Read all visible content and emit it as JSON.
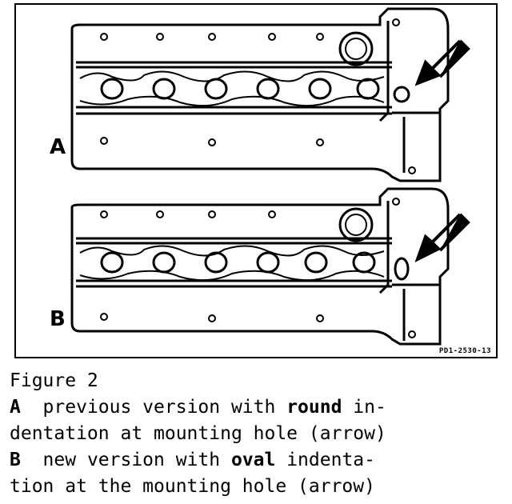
{
  "figure": {
    "code": "PD1-2530-13",
    "views": [
      {
        "label": "A",
        "description": "previous version with round indentation at mounting hole (arrow)"
      },
      {
        "label": "B",
        "description": "new version with oval indentation at the mounting hole (arrow)"
      }
    ]
  },
  "caption": {
    "title": "Figure 2",
    "line_a1_letter": "A",
    "line_a1_pre": "  previous version with ",
    "line_a1_bold": "round",
    "line_a1_post": " in-",
    "line_a2": "dentation at mounting hole (arrow)",
    "line_b1_letter": "B",
    "line_b1_pre": "  new version with ",
    "line_b1_bold": "oval",
    "line_b1_post": " indenta-",
    "line_b2": "tion at the mounting hole (arrow)"
  }
}
